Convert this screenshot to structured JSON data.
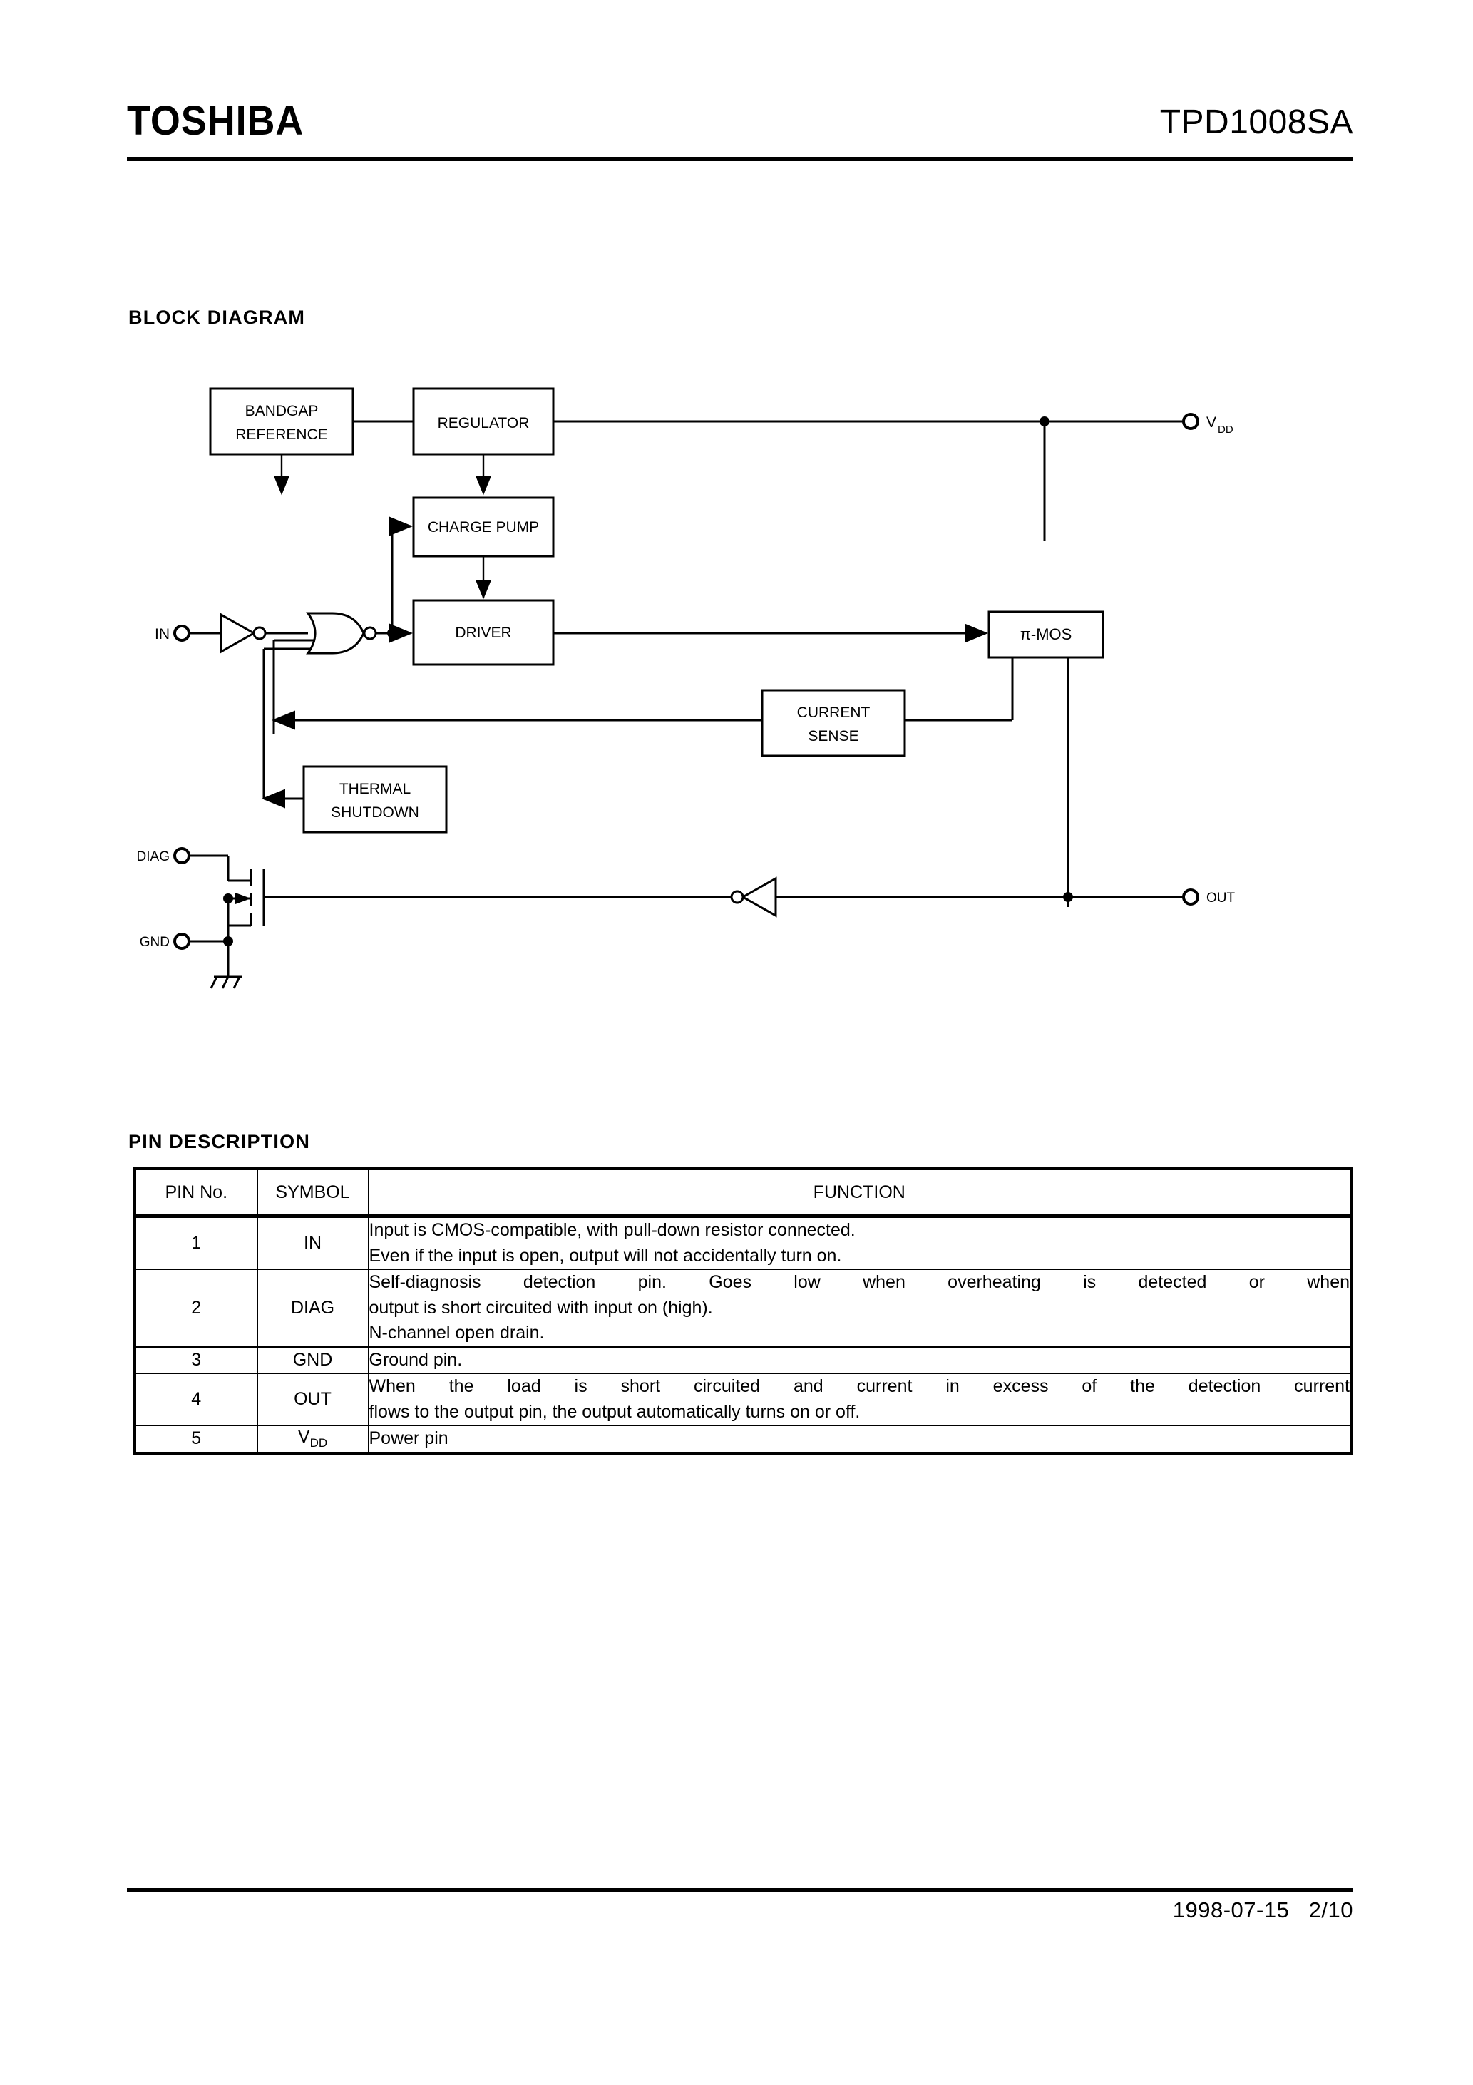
{
  "header": {
    "brand": "TOSHIBA",
    "part_number": "TPD1008SA"
  },
  "sections": {
    "block_diagram_title": "BLOCK DIAGRAM",
    "pin_description_title": "PIN DESCRIPTION"
  },
  "block_diagram": {
    "blocks": {
      "bandgap_line1": "BANDGAP",
      "bandgap_line2": "REFERENCE",
      "regulator": "REGULATOR",
      "charge_pump": "CHARGE PUMP",
      "driver": "DRIVER",
      "pi_mos": "π-MOS",
      "current_sense_line1": "CURRENT",
      "current_sense_line2": "SENSE",
      "thermal_line1": "THERMAL",
      "thermal_line2": "SHUTDOWN"
    },
    "terminals": {
      "in": "IN",
      "diag": "DIAG",
      "gnd": "GND",
      "vdd": "V",
      "vdd_sub": "DD",
      "out": "OUT"
    }
  },
  "pin_table": {
    "headers": [
      "PIN No.",
      "SYMBOL",
      "FUNCTION"
    ],
    "rows": [
      {
        "pin": "1",
        "symbol": "IN",
        "symbol_sub": "",
        "function_lines": [
          "Input is CMOS-compatible, with pull-down resistor connected.",
          "Even if the input is open, output will not accidentally turn on."
        ],
        "justified": [
          false,
          false
        ]
      },
      {
        "pin": "2",
        "symbol": "DIAG",
        "symbol_sub": "",
        "function_lines": [
          "Self-diagnosis detection pin. Goes low when overheating is detected or when",
          "output is short circuited with input on (high).",
          "N-channel open drain."
        ],
        "justified": [
          true,
          false,
          false
        ]
      },
      {
        "pin": "3",
        "symbol": "GND",
        "symbol_sub": "",
        "function_lines": [
          "Ground pin."
        ],
        "justified": [
          false
        ]
      },
      {
        "pin": "4",
        "symbol": "OUT",
        "symbol_sub": "",
        "function_lines": [
          "When the load is short circuited and current in excess of the detection current",
          "flows to the output pin, the output automatically turns on or off."
        ],
        "justified": [
          true,
          false
        ]
      },
      {
        "pin": "5",
        "symbol": "V",
        "symbol_sub": "DD",
        "function_lines": [
          "Power pin"
        ],
        "justified": [
          false
        ]
      }
    ]
  },
  "footer": {
    "date": "1998-07-15",
    "page": "2/10"
  }
}
